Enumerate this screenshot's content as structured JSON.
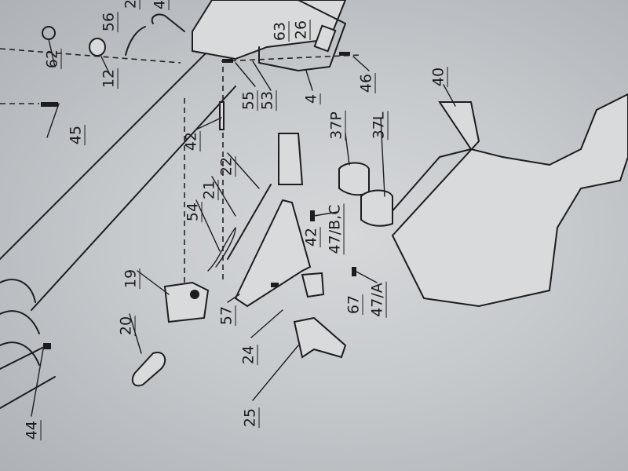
{
  "title": "Exploded parts diagram (photo)",
  "part_labels": {
    "p56": "56",
    "p2x": "2",
    "p4x": "4",
    "p62": "62",
    "p12": "12",
    "p45": "45",
    "p63": "63",
    "p26": "26",
    "p55": "55",
    "p53": "53",
    "p4": "4",
    "p46": "46",
    "p42a": "42",
    "p40": "40",
    "p37p": "37P",
    "p37l": "37L",
    "p22": "22",
    "p21": "21",
    "p54": "54",
    "p42b": "42",
    "p47bc": "47/B,C",
    "p19": "19",
    "p20": "20",
    "p57": "57",
    "p24": "24",
    "p67": "67",
    "p47a": "47/A",
    "p25": "25",
    "p44": "44"
  }
}
